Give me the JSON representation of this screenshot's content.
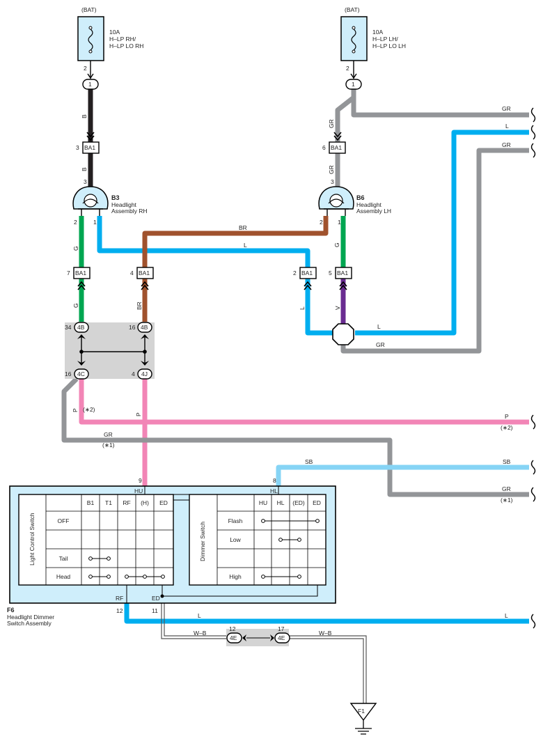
{
  "colors": {
    "B": "#231f20",
    "GR": "#939598",
    "L": "#00aeef",
    "G": "#00a651",
    "BR": "#a0522d",
    "V": "#6a2c91",
    "P": "#f285b6",
    "SB": "#86d4f5",
    "panel": "#cfeefb",
    "jbox": "#d4d4d4"
  },
  "bat_labels": [
    "(BAT)",
    "(BAT)"
  ],
  "fuse_rh": {
    "amp": "10A",
    "line1": "H–LP RH/",
    "line2": "H–LP LO RH"
  },
  "fuse_lh": {
    "amp": "10A",
    "line1": "H–LP LH/",
    "line2": "H–LP LO LH"
  },
  "pins": {
    "fuse_rh": "2",
    "fuse_lh": "2",
    "j1_rh": "1",
    "j1_lh": "1",
    "ba1_3": "3",
    "ba1_6": "6",
    "b3_3": "3",
    "b6_3": "3",
    "b3_2": "2",
    "b3_1": "1",
    "b6_2": "2",
    "b6_1": "1",
    "ba1_7": "7",
    "ba1_4": "4",
    "ba1_2": "2",
    "ba1_5": "5",
    "c4b_34": "34",
    "c4b_16": "16",
    "c4c_16": "16",
    "c4j_4": "4",
    "f6_9": "9",
    "f6_8": "8",
    "f6_12": "12",
    "f6_11": "11",
    "c4e_12": "12",
    "c4e_17": "17"
  },
  "connectors": {
    "ba1": "BA1",
    "c4b": "4B",
    "c4c": "4C",
    "c4j": "4J",
    "c4e": "4E",
    "j1": "1",
    "f1": "F1"
  },
  "components": {
    "b3": {
      "code": "B3",
      "line1": "Headlight",
      "line2": "Assembly RH"
    },
    "b6": {
      "code": "B6",
      "line1": "Headlight",
      "line2": "Assembly LH"
    },
    "f6": {
      "code": "F6",
      "line1": "Headlight Dimmer",
      "line2": "Switch Assembly"
    }
  },
  "wire_labels": {
    "B": "B",
    "GR": "GR",
    "L": "L",
    "G": "G",
    "BR": "BR",
    "V": "V",
    "P": "P",
    "SB": "SB",
    "WB": "W–B"
  },
  "notes": {
    "n1": "(∗1)",
    "n2": "(∗2)"
  },
  "light_table": {
    "title": "Light Control Switch",
    "columns": [
      "B1",
      "T1",
      "RF",
      "(H)",
      "ED"
    ],
    "rows": [
      "OFF",
      "Tail",
      "Head"
    ]
  },
  "dimmer_table": {
    "title": "Dimmer Switch",
    "columns": [
      "HU",
      "HL",
      "(ED)",
      "ED"
    ],
    "rows": [
      "Flash",
      "Low",
      "High"
    ]
  },
  "terminals": {
    "hu": "HU",
    "hl": "HL",
    "rf": "RF",
    "ed": "ED"
  }
}
